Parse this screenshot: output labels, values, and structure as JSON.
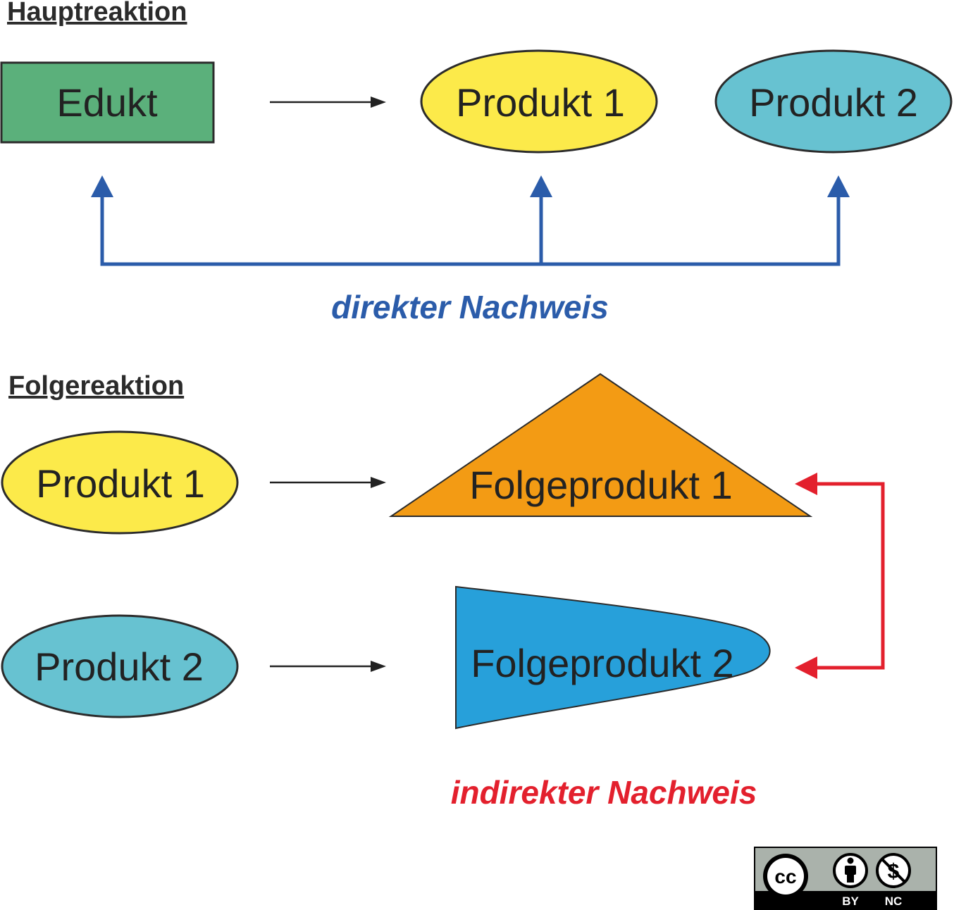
{
  "headings": {
    "main": "Hauptreaktion",
    "follow": "Folgereaktion"
  },
  "main_reaction": {
    "edukt": "Edukt",
    "produkt1": "Produkt 1",
    "produkt2": "Produkt 2"
  },
  "follow_reaction": {
    "produkt1": "Produkt 1",
    "produkt2": "Produkt 2",
    "folgeprodukt1": "Folgeprodukt 1",
    "folgeprodukt2": "Folgeprodukt 2"
  },
  "methods": {
    "direct": "direkter Nachweis",
    "indirect": "indirekter Nachweis"
  },
  "license": {
    "cc": "cc",
    "by": "BY",
    "nc": "NC"
  },
  "colors": {
    "edukt": "#5bb07b",
    "produkt1": "#fcea4a",
    "produkt2": "#67c2d1",
    "folgeprodukt1": "#f39b14",
    "folgeprodukt2": "#27a0da",
    "direct": "#2b5caa",
    "indirect": "#e3202d"
  }
}
